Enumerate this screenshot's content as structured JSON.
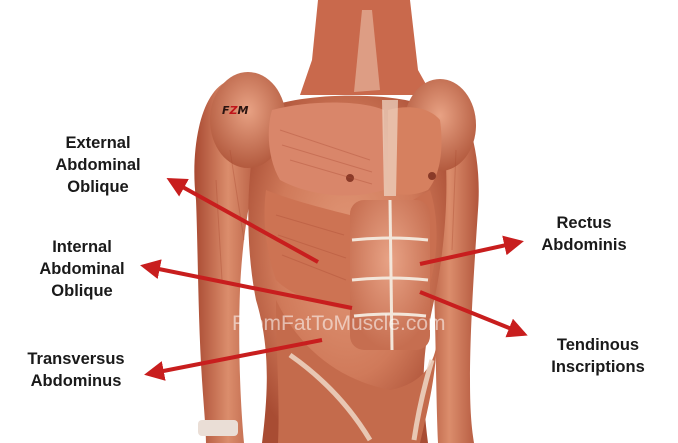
{
  "labels": {
    "external_oblique": [
      "External",
      "Abdominal",
      "Oblique"
    ],
    "internal_oblique": [
      "Internal",
      "Abdominal",
      "Oblique"
    ],
    "transversus": [
      "Transversus",
      "Abdominus"
    ],
    "rectus": [
      "Rectus",
      "Abdominis"
    ],
    "tendinous": [
      "Tendinous",
      "Inscriptions"
    ]
  },
  "watermark": "FromFatToMuscle.com",
  "logo": {
    "f": "F",
    "z": "Z",
    "m": "M"
  },
  "colors": {
    "arrow": "#c81e1e",
    "muscle": "#d2785a",
    "muscle_dark": "#a94a32",
    "skin": "#e9b79a",
    "tendon": "#f3e6da"
  }
}
